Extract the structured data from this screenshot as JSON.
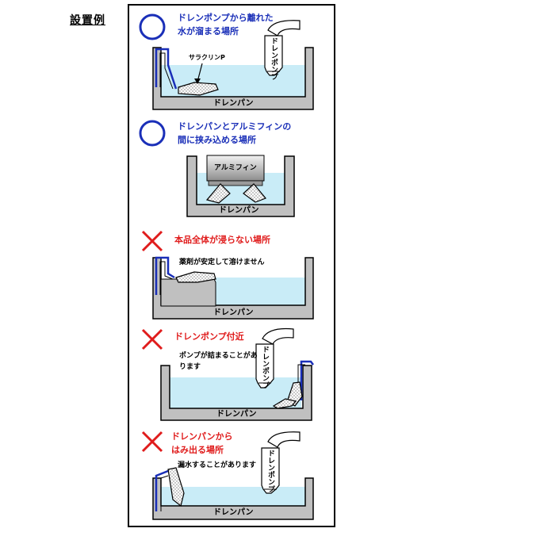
{
  "title": "設置例",
  "colors": {
    "ok": "#1a2fb8",
    "ng": "#e01c1c",
    "water": "#c9ecf7",
    "pan": "#c0c0c0"
  },
  "examples": [
    {
      "mark": "circle",
      "caption": [
        "ドレンポンプから離れた",
        "水が溜まる場所"
      ],
      "notes": [
        "サラクリンP"
      ],
      "pan_label": "ドレンパン",
      "pump_label": "ドレンポンプ"
    },
    {
      "mark": "circle",
      "caption": [
        "ドレンパンとアルミフィンの",
        "間に挟み込める場所"
      ],
      "notes": [],
      "pan_label": "ドレンパン",
      "fin_label": "アルミフィン"
    },
    {
      "mark": "cross",
      "caption": [
        "本品全体が浸らない場所"
      ],
      "notes": [
        "薬剤が安定して溶けません"
      ],
      "pan_label": "ドレンパン"
    },
    {
      "mark": "cross",
      "caption": [
        "ドレンポンプ付近"
      ],
      "notes": [
        "ポンプが詰まることがあ",
        "ります"
      ],
      "pan_label": "ドレンパン",
      "pump_label": "ドレンポンプ"
    },
    {
      "mark": "cross",
      "caption": [
        "ドレンパンから",
        "はみ出る場所"
      ],
      "notes": [
        "漏水することがあります"
      ],
      "pan_label": "ドレンパン",
      "pump_label": "ドレンポンプ"
    }
  ]
}
